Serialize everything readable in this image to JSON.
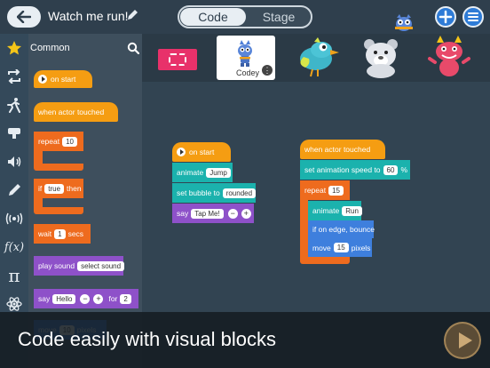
{
  "header": {
    "title": "Watch me run!",
    "tabs": [
      {
        "label": "Code",
        "active": true
      },
      {
        "label": "Stage",
        "active": false
      }
    ]
  },
  "palette": {
    "category_title": "Common",
    "categories": [
      "star-icon",
      "loop-icon",
      "run-icon",
      "looks-icon",
      "sound-icon",
      "pen-icon",
      "signal-icon",
      "function-icon",
      "pi-icon",
      "atom-icon"
    ],
    "blocks": {
      "on_start": "on start",
      "when_actor_touched": "when actor touched",
      "repeat": "repeat",
      "repeat_value": "10",
      "if": "if",
      "if_value": "true",
      "then": "then",
      "wait": "wait",
      "wait_value": "1",
      "secs": "secs",
      "play_sound": "play sound",
      "play_sound_value": "select sound",
      "say": "say",
      "say_value": "Hello",
      "minus": "−",
      "plus": "+",
      "for": "for",
      "for_value": "2",
      "move": "move",
      "move_value": "10",
      "pixels": "pixels"
    }
  },
  "actors": {
    "selected_label": "Codey",
    "info": "⋮"
  },
  "scripts": {
    "left": {
      "hat": "on start",
      "animate": "animate",
      "animate_value": "Jump",
      "set_bubble": "set bubble to",
      "set_bubble_value": "rounded",
      "say": "say",
      "say_value": "Tap Me!",
      "minus": "−",
      "plus": "+"
    },
    "right": {
      "hat": "when actor touched",
      "set_speed": "set animation speed to",
      "set_speed_value": "60",
      "percent": "%",
      "repeat": "repeat",
      "repeat_value": "15",
      "animate": "animate",
      "animate_value": "Run",
      "bounce": "if on edge, bounce",
      "move": "move",
      "move_value": "15",
      "pixels": "pixels"
    }
  },
  "banner": {
    "caption": "Code easily with visual blocks"
  },
  "colors": {
    "events": "#f59d12",
    "control": "#ee6b1e",
    "looks": "#1bb2ad",
    "motion": "#3e7fdd",
    "sound": "#8e51c9",
    "accent": "#2e7bd6"
  }
}
